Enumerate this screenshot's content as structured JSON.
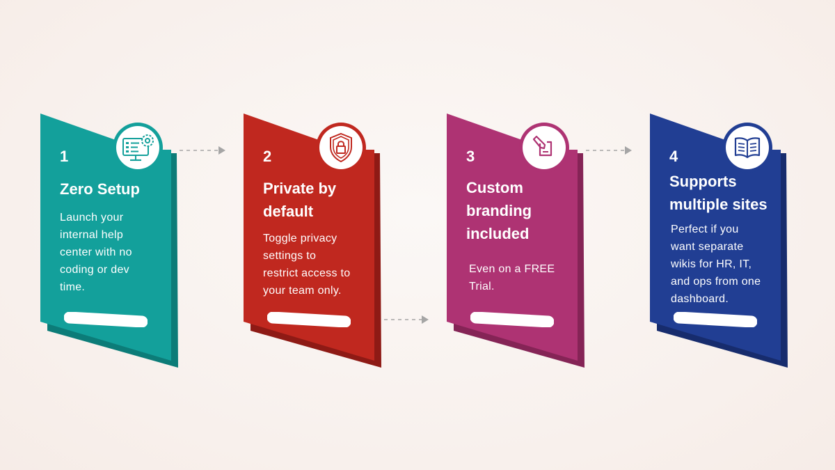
{
  "steps": [
    {
      "number": "1",
      "title": "Zero Setup",
      "description": "Launch your\ninternal help\ncenter with no\ncoding or dev\ntime.",
      "icon": "computer-settings-icon",
      "color": "#13a09b",
      "shadow_color": "#0c7c78"
    },
    {
      "number": "2",
      "title": "Private by\ndefault",
      "description": "Toggle privacy\nsettings to\nrestrict access to\nyour team only.",
      "icon": "shield-lock-icon",
      "color": "#c0281f",
      "shadow_color": "#8e1a15"
    },
    {
      "number": "3",
      "title": "Custom\nbranding\nincluded",
      "description": "Even on a FREE\nTrial.",
      "icon": "document-edit-icon",
      "color": "#ae3373",
      "shadow_color": "#852456"
    },
    {
      "number": "4",
      "title": "Supports\nmultiple sites",
      "description": "Perfect if you\nwant separate\nwikis for HR, IT,\nand ops from one\ndashboard.",
      "icon": "open-book-icon",
      "color": "#213e93",
      "shadow_color": "#172c6d"
    }
  ],
  "pill_color": "#ffffff",
  "arrow_color": "#a5a5a5"
}
